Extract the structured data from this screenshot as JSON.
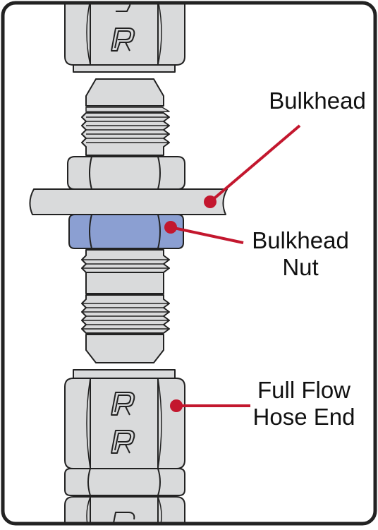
{
  "labels": {
    "bulkhead": "Bulkhead",
    "bulkhead_nut_line1": "Bulkhead",
    "bulkhead_nut_line2": "Nut",
    "hose_end_line1": "Full Flow",
    "hose_end_line2": "Hose End"
  },
  "logo_letter": "R",
  "colors": {
    "metal": "#d9dadb",
    "metal_dark": "#c8c9ca",
    "outline": "#222222",
    "nut_blue": "#8b9fd2",
    "callout_red": "#c3172e",
    "text": "#111111"
  }
}
